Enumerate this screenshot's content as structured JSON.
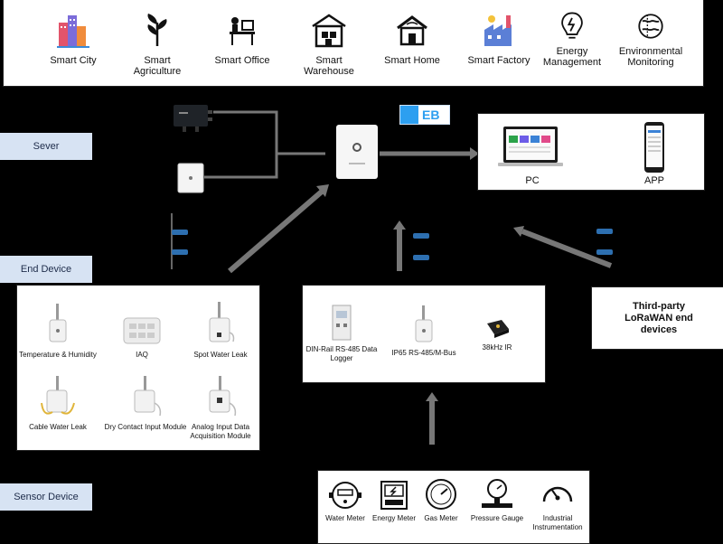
{
  "applications": [
    {
      "label": "Smart City",
      "icon": "city-icon"
    },
    {
      "label": "Smart Agriculture",
      "icon": "leaf-icon"
    },
    {
      "label": "Smart Office",
      "icon": "office-icon"
    },
    {
      "label": "Smart Warehouse",
      "icon": "warehouse-icon"
    },
    {
      "label": "Smart Home",
      "icon": "home-icon"
    },
    {
      "label": "Smart Factory",
      "icon": "factory-icon"
    },
    {
      "label": "Energy Management",
      "icon": "energy-icon"
    },
    {
      "label": "Environmental Monitoring",
      "icon": "globe-icon"
    }
  ],
  "layers": {
    "server": "Sever",
    "end_device": "End Device",
    "sensor_device": "Sensor Device"
  },
  "server_outputs": {
    "pc": "PC",
    "app": "APP"
  },
  "server_logo": "EB",
  "end_devices_group1": [
    {
      "label": "Temperature & Humidity"
    },
    {
      "label": "IAQ"
    },
    {
      "label": "Spot Water Leak"
    },
    {
      "label": "Cable Water Leak"
    },
    {
      "label": "Dry Contact Input Module"
    },
    {
      "label": "Analog Input Data Acquisition Module"
    }
  ],
  "end_devices_group2": [
    {
      "label": "DIN-Rail RS-485 Data Logger"
    },
    {
      "label": "IP65 RS-485/M-Bus"
    },
    {
      "label": "38kHz IR"
    }
  ],
  "third_party": "Third-party LoRaWAN end devices",
  "sensors": [
    {
      "label": "Water Meter"
    },
    {
      "label": "Energy Meter"
    },
    {
      "label": "Gas Meter"
    },
    {
      "label": "Pressure Gauge"
    },
    {
      "label": "Industrial Instrumentation"
    }
  ],
  "colors": {
    "background": "#000000",
    "layer_label_bg": "#d7e3f3",
    "accent_blue": "#2d6fb0",
    "arrow_gray": "#777777"
  }
}
